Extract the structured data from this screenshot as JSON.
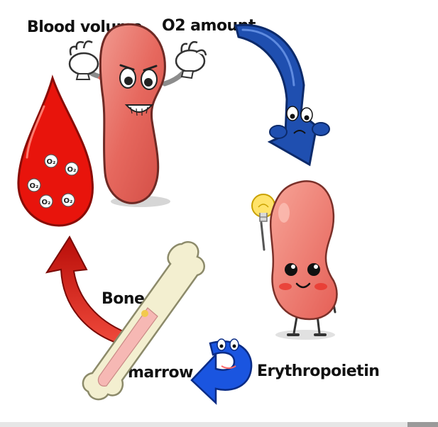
{
  "labels": {
    "blood_volume": "Blood volume",
    "o2_amount": "O2 amount",
    "bone": "Bone",
    "marrow": "marrow",
    "erythropoietin": "Erythropoietin"
  },
  "o2_bubble_text": "O₂",
  "colors": {
    "blood": "#e8140c",
    "kidney": "#e8685f",
    "arrow_blue": "#1f4fb0",
    "arrow_red": "#c0140c",
    "epo_blue": "#1a55e0",
    "bone": "#f3efd0"
  }
}
